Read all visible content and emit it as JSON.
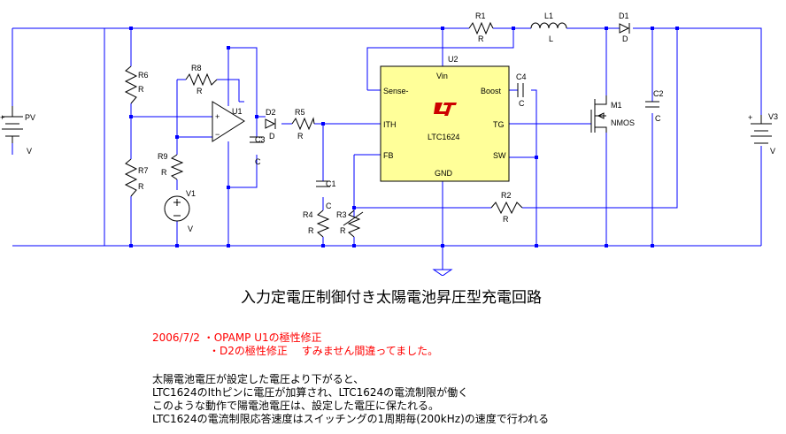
{
  "title": "入力定電圧制御付き太陽電池昇圧型充電回路",
  "revision_notes": [
    "2006/7/2 ・OPAMP U1の極性修正",
    "・D2の極性修正　 すみません間違ってました。"
  ],
  "description": [
    "太陽電池電圧が設定した電圧より下がると、",
    "LTC1624のIthピンに電圧が加算され、LTC1624の電流制限が働く",
    "このような動作で陽電池電圧は、設定した電圧に保たれる。",
    "LTC1624の電流制限応答速度はスイッチングの1周期毎(200kHz)の速度で行われる"
  ],
  "schematic": {
    "ic": {
      "ref": "U2",
      "part": "LTC1624",
      "pins": {
        "vin": "Vin",
        "sense": "Sense-",
        "boost": "Boost",
        "ith": "ITH",
        "tg": "TG",
        "fb": "FB",
        "sw": "SW",
        "gnd": "GND"
      }
    },
    "pv": {
      "ref": "PV",
      "value": "V"
    },
    "v3": {
      "ref": "V3",
      "value": "V"
    },
    "v1": {
      "ref": "V1",
      "value": "V"
    },
    "r1": {
      "ref": "R1",
      "value": "R"
    },
    "r2": {
      "ref": "R2",
      "value": "R"
    },
    "r3": {
      "ref": "R3",
      "value": "R"
    },
    "r4": {
      "ref": "R4",
      "value": "R"
    },
    "r5": {
      "ref": "R5",
      "value": "R"
    },
    "r6": {
      "ref": "R6",
      "value": "R"
    },
    "r7": {
      "ref": "R7",
      "value": "R"
    },
    "r8": {
      "ref": "R8",
      "value": "R"
    },
    "r9": {
      "ref": "R9",
      "value": "R"
    },
    "l1": {
      "ref": "L1",
      "value": "L"
    },
    "d1": {
      "ref": "D1",
      "value": "D"
    },
    "d2": {
      "ref": "D2",
      "value": "D"
    },
    "c1": {
      "ref": "C1",
      "value": "C"
    },
    "c2": {
      "ref": "C2",
      "value": "C"
    },
    "c3": {
      "ref": "C3",
      "value": "C"
    },
    "c4": {
      "ref": "C4",
      "value": "C"
    },
    "u1": {
      "ref": "U1"
    },
    "m1": {
      "ref": "M1",
      "value": "NMOS"
    },
    "colors": {
      "wire": "#0000ff",
      "ic_fill": "#ffff99",
      "logo": "#cc0000",
      "note": "#ff0000"
    }
  }
}
